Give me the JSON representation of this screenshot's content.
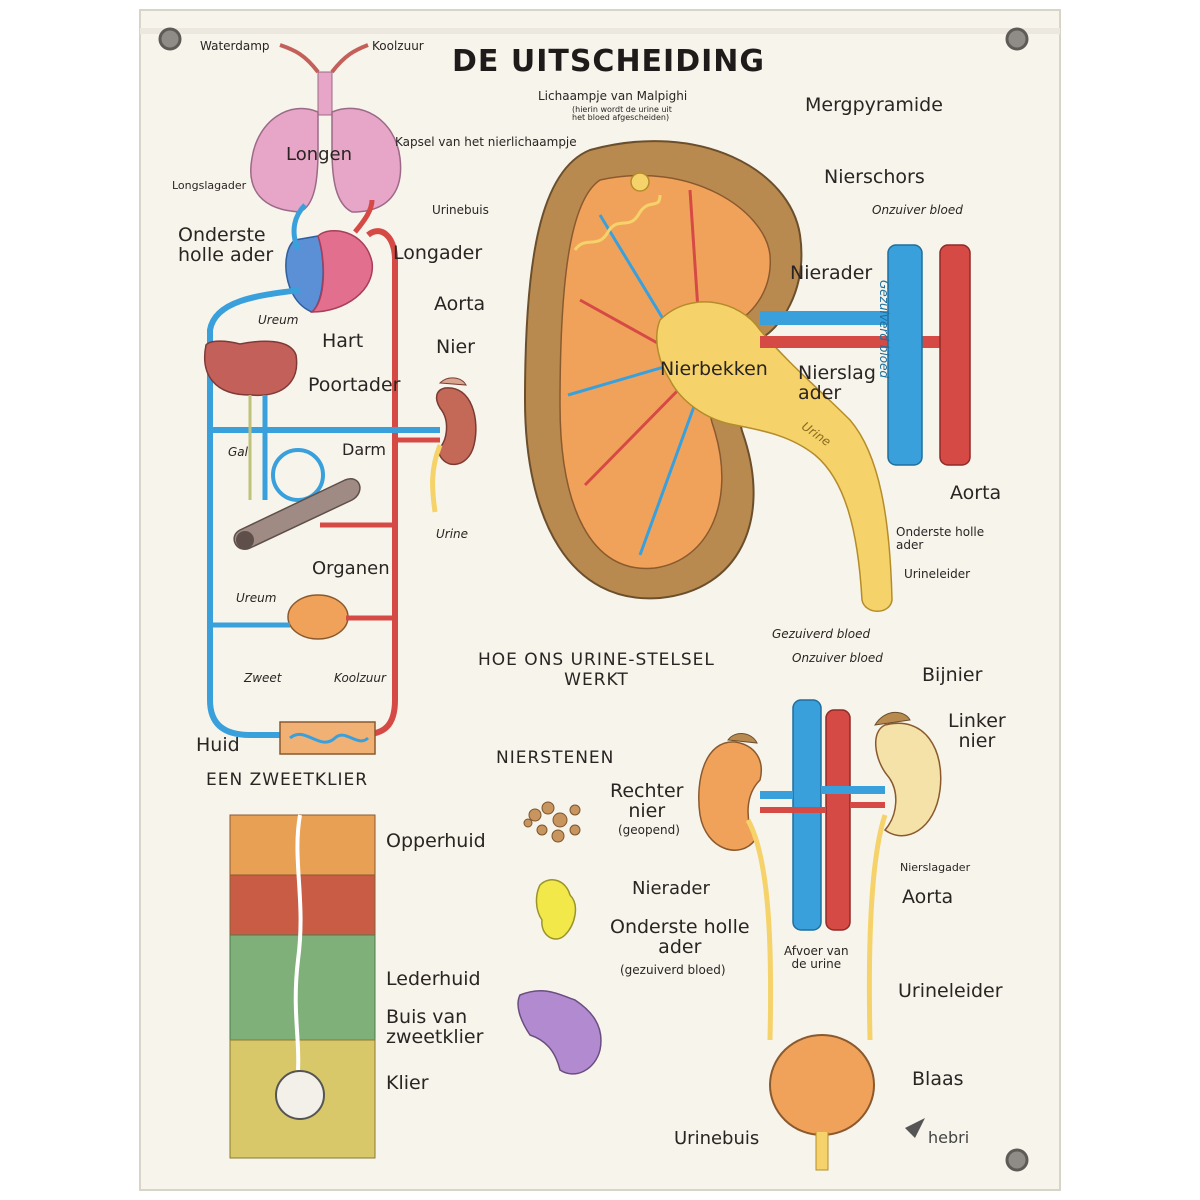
{
  "title": "DE UITSCHEIDING",
  "colors": {
    "paper": "#f7f4ec",
    "vein_blue": "#3aa0dc",
    "artery_red": "#d64a46",
    "urine_yellow": "#f5d36a",
    "kidney_orange": "#f1a25a",
    "cortex_brown": "#b98a4f",
    "lung_pink": "#e7a6c7",
    "liver_red": "#c4605a"
  },
  "circulation": {
    "waterdamp": "Waterdamp",
    "koolzuur_top": "Koolzuur",
    "longen": "Longen",
    "longslagader": "Longslagader",
    "onderste_holle_ader": "Onderste\nholle ader",
    "longader": "Longader",
    "aorta": "Aorta",
    "ureum_heart": "Ureum",
    "hart": "Hart",
    "nier": "Nier",
    "poortader": "Poortader",
    "gal": "Gal",
    "darm": "Darm",
    "urine": "Urine",
    "organen": "Organen",
    "ureum_organs": "Ureum",
    "zweet": "Zweet",
    "koolzuur_skin": "Koolzuur",
    "huid": "Huid"
  },
  "sweat_gland": {
    "heading": "EEN ZWEETKLIER",
    "opperhuid": "Opperhuid",
    "lederhuid": "Lederhuid",
    "buis_van_zweetklier": "Buis van\nzweetklier",
    "klier": "Klier"
  },
  "kidney_section": {
    "lichaampje": "Lichaampje van Malpighi",
    "lichaampje_note": "(hierin wordt de urine uit\nhet bloed afgescheiden)",
    "kapsel": "Kapsel van het nierlichaampje",
    "urinebuis": "Urinebuis",
    "mergpyramide": "Mergpyramide",
    "nierschors": "Nierschors",
    "onzuiver_bloed": "Onzuiver bloed",
    "nierader": "Nierader",
    "gezuiverd_bloed": "Gezuiverd bloed",
    "nierbekken": "Nierbekken",
    "nierslagader": "Nierslag\nader",
    "urine": "Urine",
    "aorta": "Aorta",
    "onderste_holle_ader": "Onderste holle\nader",
    "urineleider": "Urineleider"
  },
  "urinary_system": {
    "heading": "HOE ONS URINE-STELSEL\nWERKT",
    "gezuiverd_bloed": "Gezuiverd bloed",
    "onzuiver_bloed": "Onzuiver bloed",
    "bijnier": "Bijnier",
    "linker_nier": "Linker\nnier",
    "rechter_nier": "Rechter\nnier",
    "geopend": "(geopend)",
    "nierslagader": "Nierslagader",
    "nierader": "Nierader",
    "aorta": "Aorta",
    "onderste_holle_ader": "Onderste holle\nader",
    "gezuiverd_bloed_note": "(gezuiverd bloed)",
    "afvoer": "Afvoer van\nde urine",
    "urineleider": "Urineleider",
    "blaas": "Blaas",
    "urinebuis": "Urinebuis"
  },
  "stones": {
    "heading": "NIERSTENEN"
  },
  "brand": {
    "logo": "hebri"
  }
}
